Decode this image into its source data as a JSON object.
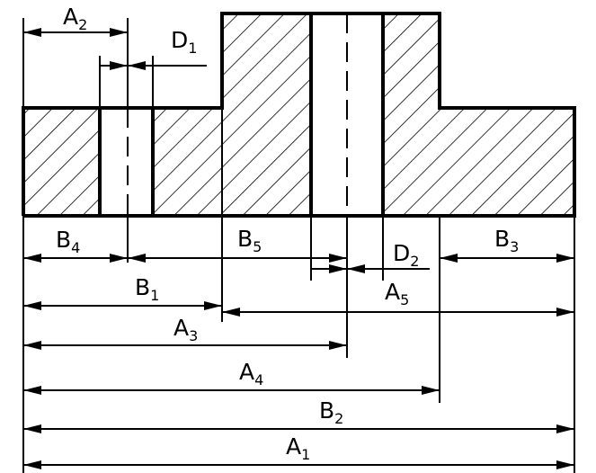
{
  "labels": {
    "A1": {
      "main": "A",
      "sub": "1"
    },
    "A2": {
      "main": "A",
      "sub": "2"
    },
    "A3": {
      "main": "A",
      "sub": "3"
    },
    "A4": {
      "main": "A",
      "sub": "4"
    },
    "A5": {
      "main": "A",
      "sub": "5"
    },
    "B1": {
      "main": "B",
      "sub": "1"
    },
    "B2": {
      "main": "B",
      "sub": "2"
    },
    "B3": {
      "main": "B",
      "sub": "3"
    },
    "B4": {
      "main": "B",
      "sub": "4"
    },
    "B5": {
      "main": "B",
      "sub": "5"
    },
    "D1": {
      "main": "D",
      "sub": "1"
    },
    "D2": {
      "main": "D",
      "sub": "2"
    }
  },
  "colors": {
    "ink": "#000000",
    "background": "#ffffff"
  }
}
